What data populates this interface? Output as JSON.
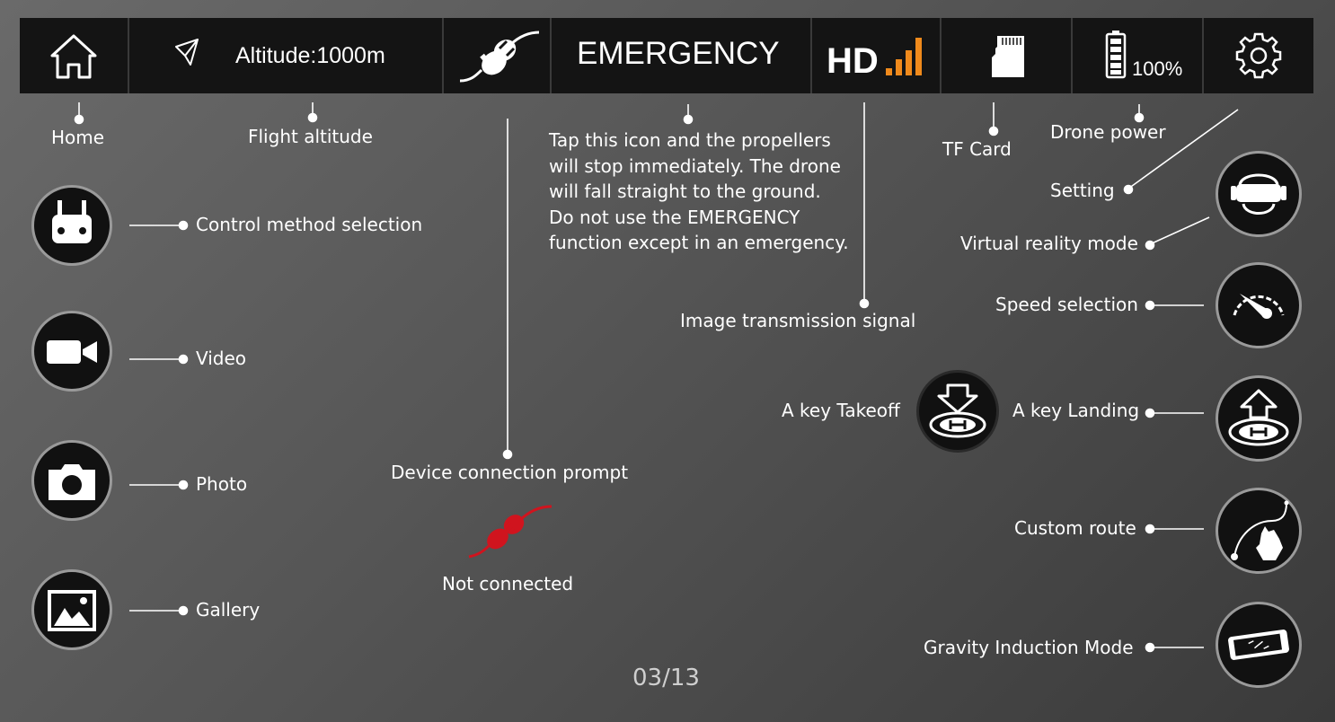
{
  "topbar": {
    "altitude": "Altitude:1000m",
    "emergency": "EMERGENCY",
    "hd": "HD",
    "battery": "100%"
  },
  "labels": {
    "home": "Home",
    "flight_altitude": "Flight altitude",
    "tf_card": "TF Card",
    "drone_power": "Drone power",
    "setting": "Setting",
    "virtual_reality": "Virtual reality mode",
    "control_method": "Control method selection",
    "video": "Video",
    "photo": "Photo",
    "gallery": "Gallery",
    "image_transmission": "Image transmission signal",
    "speed_selection": "Speed selection",
    "a_key_takeoff": "A key Takeoff",
    "a_key_landing": "A key Landing",
    "custom_route": "Custom route",
    "gravity_induction": "Gravity Induction Mode",
    "device_connection": "Device connection prompt",
    "not_connected": "Not connected"
  },
  "emergency_desc": [
    "Tap this icon and the propellers",
    "will stop immediately. The drone",
    "will fall straight to the ground.",
    "Do not use the EMERGENCY",
    "function except in an emergency."
  ],
  "page_number": "03/13",
  "colors": {
    "signal": "#f08a1c",
    "disconnected": "#d0141e"
  },
  "icons": [
    "home-icon",
    "paper-plane-icon",
    "plug-icon",
    "sd-card-icon",
    "battery-icon",
    "gear-icon",
    "gamepad-icon",
    "video-camera-icon",
    "camera-icon",
    "gallery-icon",
    "vr-headset-icon",
    "speedometer-icon",
    "takeoff-icon",
    "landing-icon",
    "route-icon",
    "phone-tilt-icon"
  ]
}
